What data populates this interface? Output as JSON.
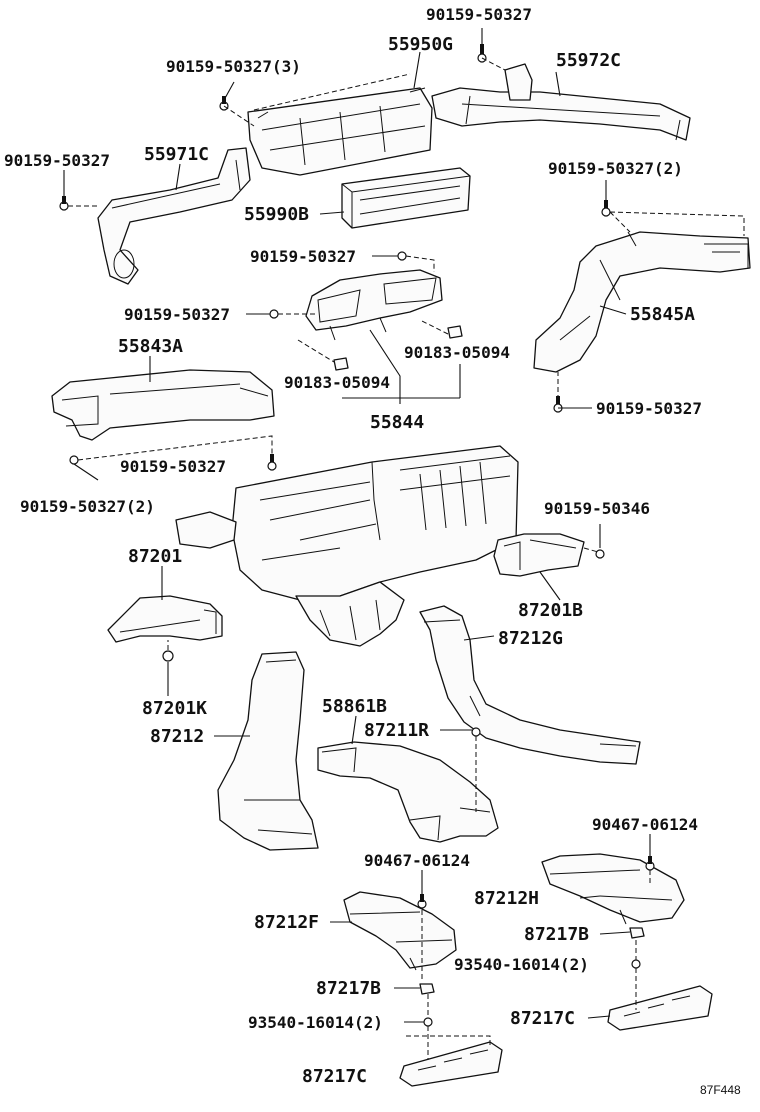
{
  "labels": {
    "l_90159_50327_top": "90159-50327",
    "l_55950G": "55950G",
    "l_90159_50327_3": "90159-50327(3)",
    "l_55972C": "55972C",
    "l_90159_50327_left": "90159-50327",
    "l_55971C": "55971C",
    "l_55990B": "55990B",
    "l_90159_50327_2_right": "90159-50327(2)",
    "l_90159_50327_mid1": "90159-50327",
    "l_90159_50327_mid2": "90159-50327",
    "l_55845A": "55845A",
    "l_55843A": "55843A",
    "l_90183_05094_right": "90183-05094",
    "l_90183_05094_left": "90183-05094",
    "l_55844": "55844",
    "l_90159_50327_rlow": "90159-50327",
    "l_90159_50327_llow": "90159-50327",
    "l_90159_50327_2_left": "90159-50327(2)",
    "l_90159_50346": "90159-50346",
    "l_87201": "87201",
    "l_87201B": "87201B",
    "l_87212G": "87212G",
    "l_87201K": "87201K",
    "l_58861B": "58861B",
    "l_87211R": "87211R",
    "l_87212": "87212",
    "l_90467_06124_right": "90467-06124",
    "l_90467_06124_mid": "90467-06124",
    "l_87212H": "87212H",
    "l_87212F": "87212F",
    "l_87217B_right": "87217B",
    "l_93540_16014_2_right": "93540-16014(2)",
    "l_87217B_left": "87217B",
    "l_87217C_right": "87217C",
    "l_93540_16014_2_left": "93540-16014(2)",
    "l_87217C_left": "87217C",
    "figure_code": "87F448"
  }
}
